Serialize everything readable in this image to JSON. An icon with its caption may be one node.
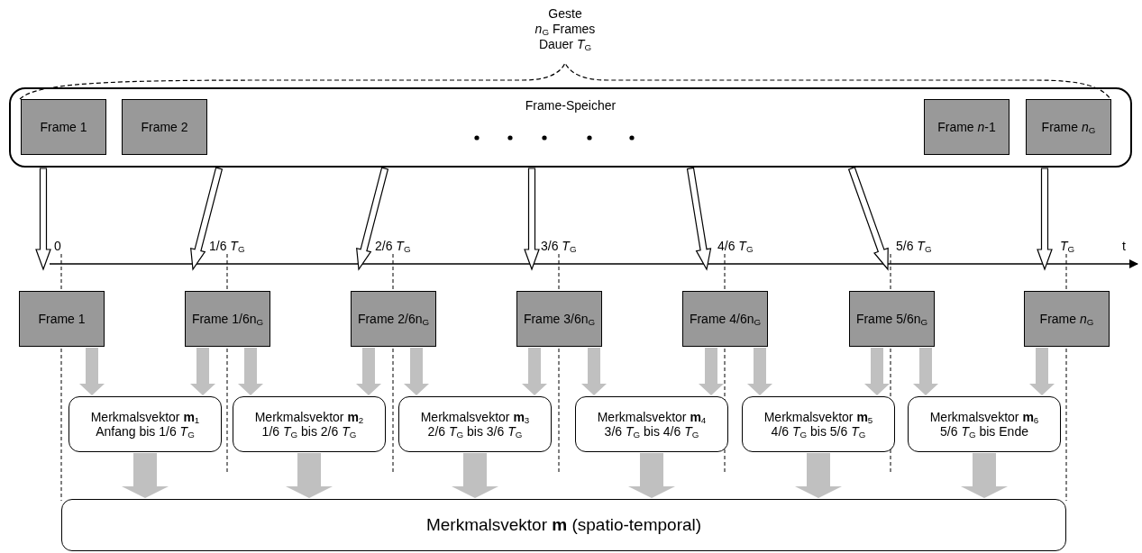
{
  "diagram": {
    "nodes": [
      {
        "text": [
          "Frame-Speicher"
        ]
      },
      {
        "text": [
          "Frame 1"
        ],
        "in": 0
      },
      {
        "text": [
          "Frame 2"
        ],
        "in": 0
      },
      {
        "text": [
          "Frame *n*-1"
        ],
        "in": 0
      },
      {
        "text": [
          "Frame *n*$_{G}$"
        ],
        "in": 0
      },
      {
        "text": [
          "Frame 1"
        ]
      },
      {
        "text": [
          "Frame 1/6n$_{G}$"
        ]
      },
      {
        "text": [
          "Frame 2/6n$_{G}$"
        ]
      },
      {
        "text": [
          "Frame 3/6n$_{G}$"
        ]
      },
      {
        "text": [
          "Frame 4/6n$_{G}$"
        ]
      },
      {
        "text": [
          "Frame 5/6n$_{G}$"
        ]
      },
      {
        "text": [
          "Frame *n*$_{G}$"
        ]
      },
      {
        "text": [
          "Merkmalsvektor **m**$_{1}$",
          "Anfang bis 1/6 *T*$_{G}$"
        ]
      },
      {
        "text": [
          "Merkmalsvektor **m**$_{2}$",
          "1/6 *T*$_{G}$ bis 2/6 *T*$_{G}$"
        ]
      },
      {
        "text": [
          "Merkmalsvektor **m**$_{3}$",
          "2/6 *T*$_{G}$ bis 3/6 *T*$_{G}$"
        ]
      },
      {
        "text": [
          "Merkmalsvektor **m**$_{4}$",
          "3/6 *T*$_{G}$ bis 4/6 *T*$_{G}$"
        ]
      },
      {
        "text": [
          "Merkmalsvektor **m**$_{5}$",
          "4/6 *T*$_{G}$ bis 5/6 *T*$_{G}$"
        ]
      },
      {
        "text": [
          "Merkmalsvektor **m**$_{6}$",
          "5/6 *T*$_{G}$ bis Ende"
        ]
      },
      {
        "text": [
          "Merkmalsvektor **m** (spatio-temporal)"
        ]
      }
    ],
    "edges": [
      {
        "from": 0,
        "to": 5,
        "arrow": "to"
      },
      {
        "from": 0,
        "to": 6,
        "arrow": "to"
      },
      {
        "from": 0,
        "to": 7,
        "arrow": "to"
      },
      {
        "from": 0,
        "to": 8,
        "arrow": "to"
      },
      {
        "from": 0,
        "to": 9,
        "arrow": "to"
      },
      {
        "from": 0,
        "to": 10,
        "arrow": "to"
      },
      {
        "from": 0,
        "to": 11,
        "arrow": "to"
      },
      {
        "from": 5,
        "to": 12,
        "arrow": "to",
        "style": "thick",
        "color": "#c0c0c0"
      },
      {
        "from": 6,
        "to": 12,
        "arrow": "to",
        "style": "thick",
        "color": "#c0c0c0"
      },
      {
        "from": 6,
        "to": 13,
        "arrow": "to",
        "style": "thick",
        "color": "#c0c0c0"
      },
      {
        "from": 7,
        "to": 13,
        "arrow": "to",
        "style": "thick",
        "color": "#c0c0c0"
      },
      {
        "from": 7,
        "to": 14,
        "arrow": "to",
        "style": "thick",
        "color": "#c0c0c0"
      },
      {
        "from": 8,
        "to": 14,
        "arrow": "to",
        "style": "thick",
        "color": "#c0c0c0"
      },
      {
        "from": 8,
        "to": 15,
        "arrow": "to",
        "style": "thick",
        "color": "#c0c0c0"
      },
      {
        "from": 9,
        "to": 15,
        "arrow": "to",
        "style": "thick",
        "color": "#c0c0c0"
      },
      {
        "from": 9,
        "to": 16,
        "arrow": "to",
        "style": "thick",
        "color": "#c0c0c0"
      },
      {
        "from": 10,
        "to": 16,
        "arrow": "to",
        "style": "thick",
        "color": "#c0c0c0"
      },
      {
        "from": 10,
        "to": 17,
        "arrow": "to",
        "style": "thick",
        "color": "#c0c0c0"
      },
      {
        "from": 11,
        "to": 17,
        "arrow": "to",
        "style": "thick",
        "color": "#c0c0c0"
      },
      {
        "from": 12,
        "to": 18,
        "arrow": "to",
        "style": "thick",
        "color": "#c0c0c0"
      },
      {
        "from": 13,
        "to": 18,
        "arrow": "to",
        "style": "thick",
        "color": "#c0c0c0"
      },
      {
        "from": 14,
        "to": 18,
        "arrow": "to",
        "style": "thick",
        "color": "#c0c0c0"
      },
      {
        "from": 15,
        "to": 18,
        "arrow": "to",
        "style": "thick",
        "color": "#c0c0c0"
      },
      {
        "from": 16,
        "to": 18,
        "arrow": "to",
        "style": "thick",
        "color": "#c0c0c0"
      },
      {
        "from": 17,
        "to": 18,
        "arrow": "to",
        "style": "thick",
        "color": "#c0c0c0"
      }
    ],
    "labels": [
      "Geste",
      "*n*$_{G}$ Frames",
      "Dauer *T*$_{G}$",
      "0",
      "1/6 *T*$_{G}$",
      "2/6 *T*$_{G}$",
      "3/6 *T*$_{G}$",
      "4/6 *T*$_{G}$",
      "5/6 *T*$_{G}$",
      "*T*$_{G}$",
      "t"
    ]
  }
}
